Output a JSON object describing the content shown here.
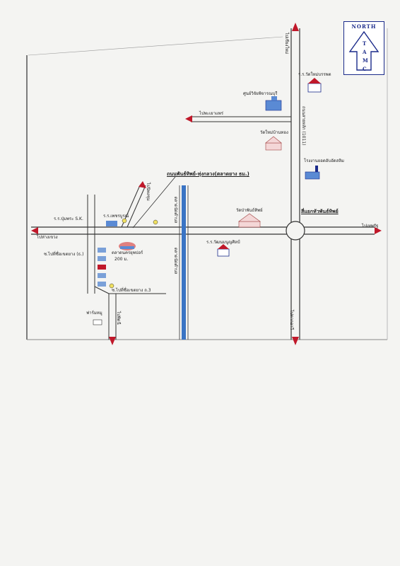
{
  "north_box": {
    "title": "NORTH",
    "letters": [
      "T",
      "A",
      "M",
      "C"
    ]
  },
  "labels": {
    "road_north": "ไปเชียงใหม่",
    "road_phrae": "ไปพะเยาแพร่",
    "road_left": "ไปห่างเขวง",
    "road_right": "ไปเทพรัฐ",
    "road_south_main": "ไปตากอาวี",
    "road_south_small": "ไปพิดนี",
    "road_up_small": "ไปนิพงชุม",
    "highway_name": "ถนนสายหลัก (1011)",
    "market_top": "ตลาดนัดตำบล",
    "market_bottom": "ตลาดนัดตำบล",
    "road_title": "ถนนพันธ์ทิพย์-ทุ่งกลวง(ตลาดยาง ธม.)",
    "junction_name": "สี่แยกหัวพันธ์ทิพย์",
    "school_top": "ร.ร.วัดใหม่บรรพต",
    "hospital": "ศูนย์วิจัยพิจารณบุรี",
    "temple_mid": "วัดใหม่บ้านทอง",
    "factory": "โรงงานยอดอับอัดสลิม",
    "temple_road": "วัดป่าพันธ์ทิพย์",
    "school_road": "ร.ร.วัฒนมนูญศิลป์",
    "school_left1": "ร.ร.ปุ่มพระ S.K.",
    "school_left2": "ร.ร.เพชรบูรณ์",
    "company": "ตลาดนครยุพปอร์",
    "distance": "200 ม.",
    "side_label1": "ซ.ไปที่ซื่อเขตยาง (ธ.)",
    "side_label2": "ซ.ไปที่ซื่อเขตยาง ถ.3",
    "bottom_shop": "ฟาร์มหมู"
  },
  "colors": {
    "road": "#333333",
    "arrow": "#c0182a",
    "north": "#1a2a8a",
    "canal": "#3a74c4"
  }
}
